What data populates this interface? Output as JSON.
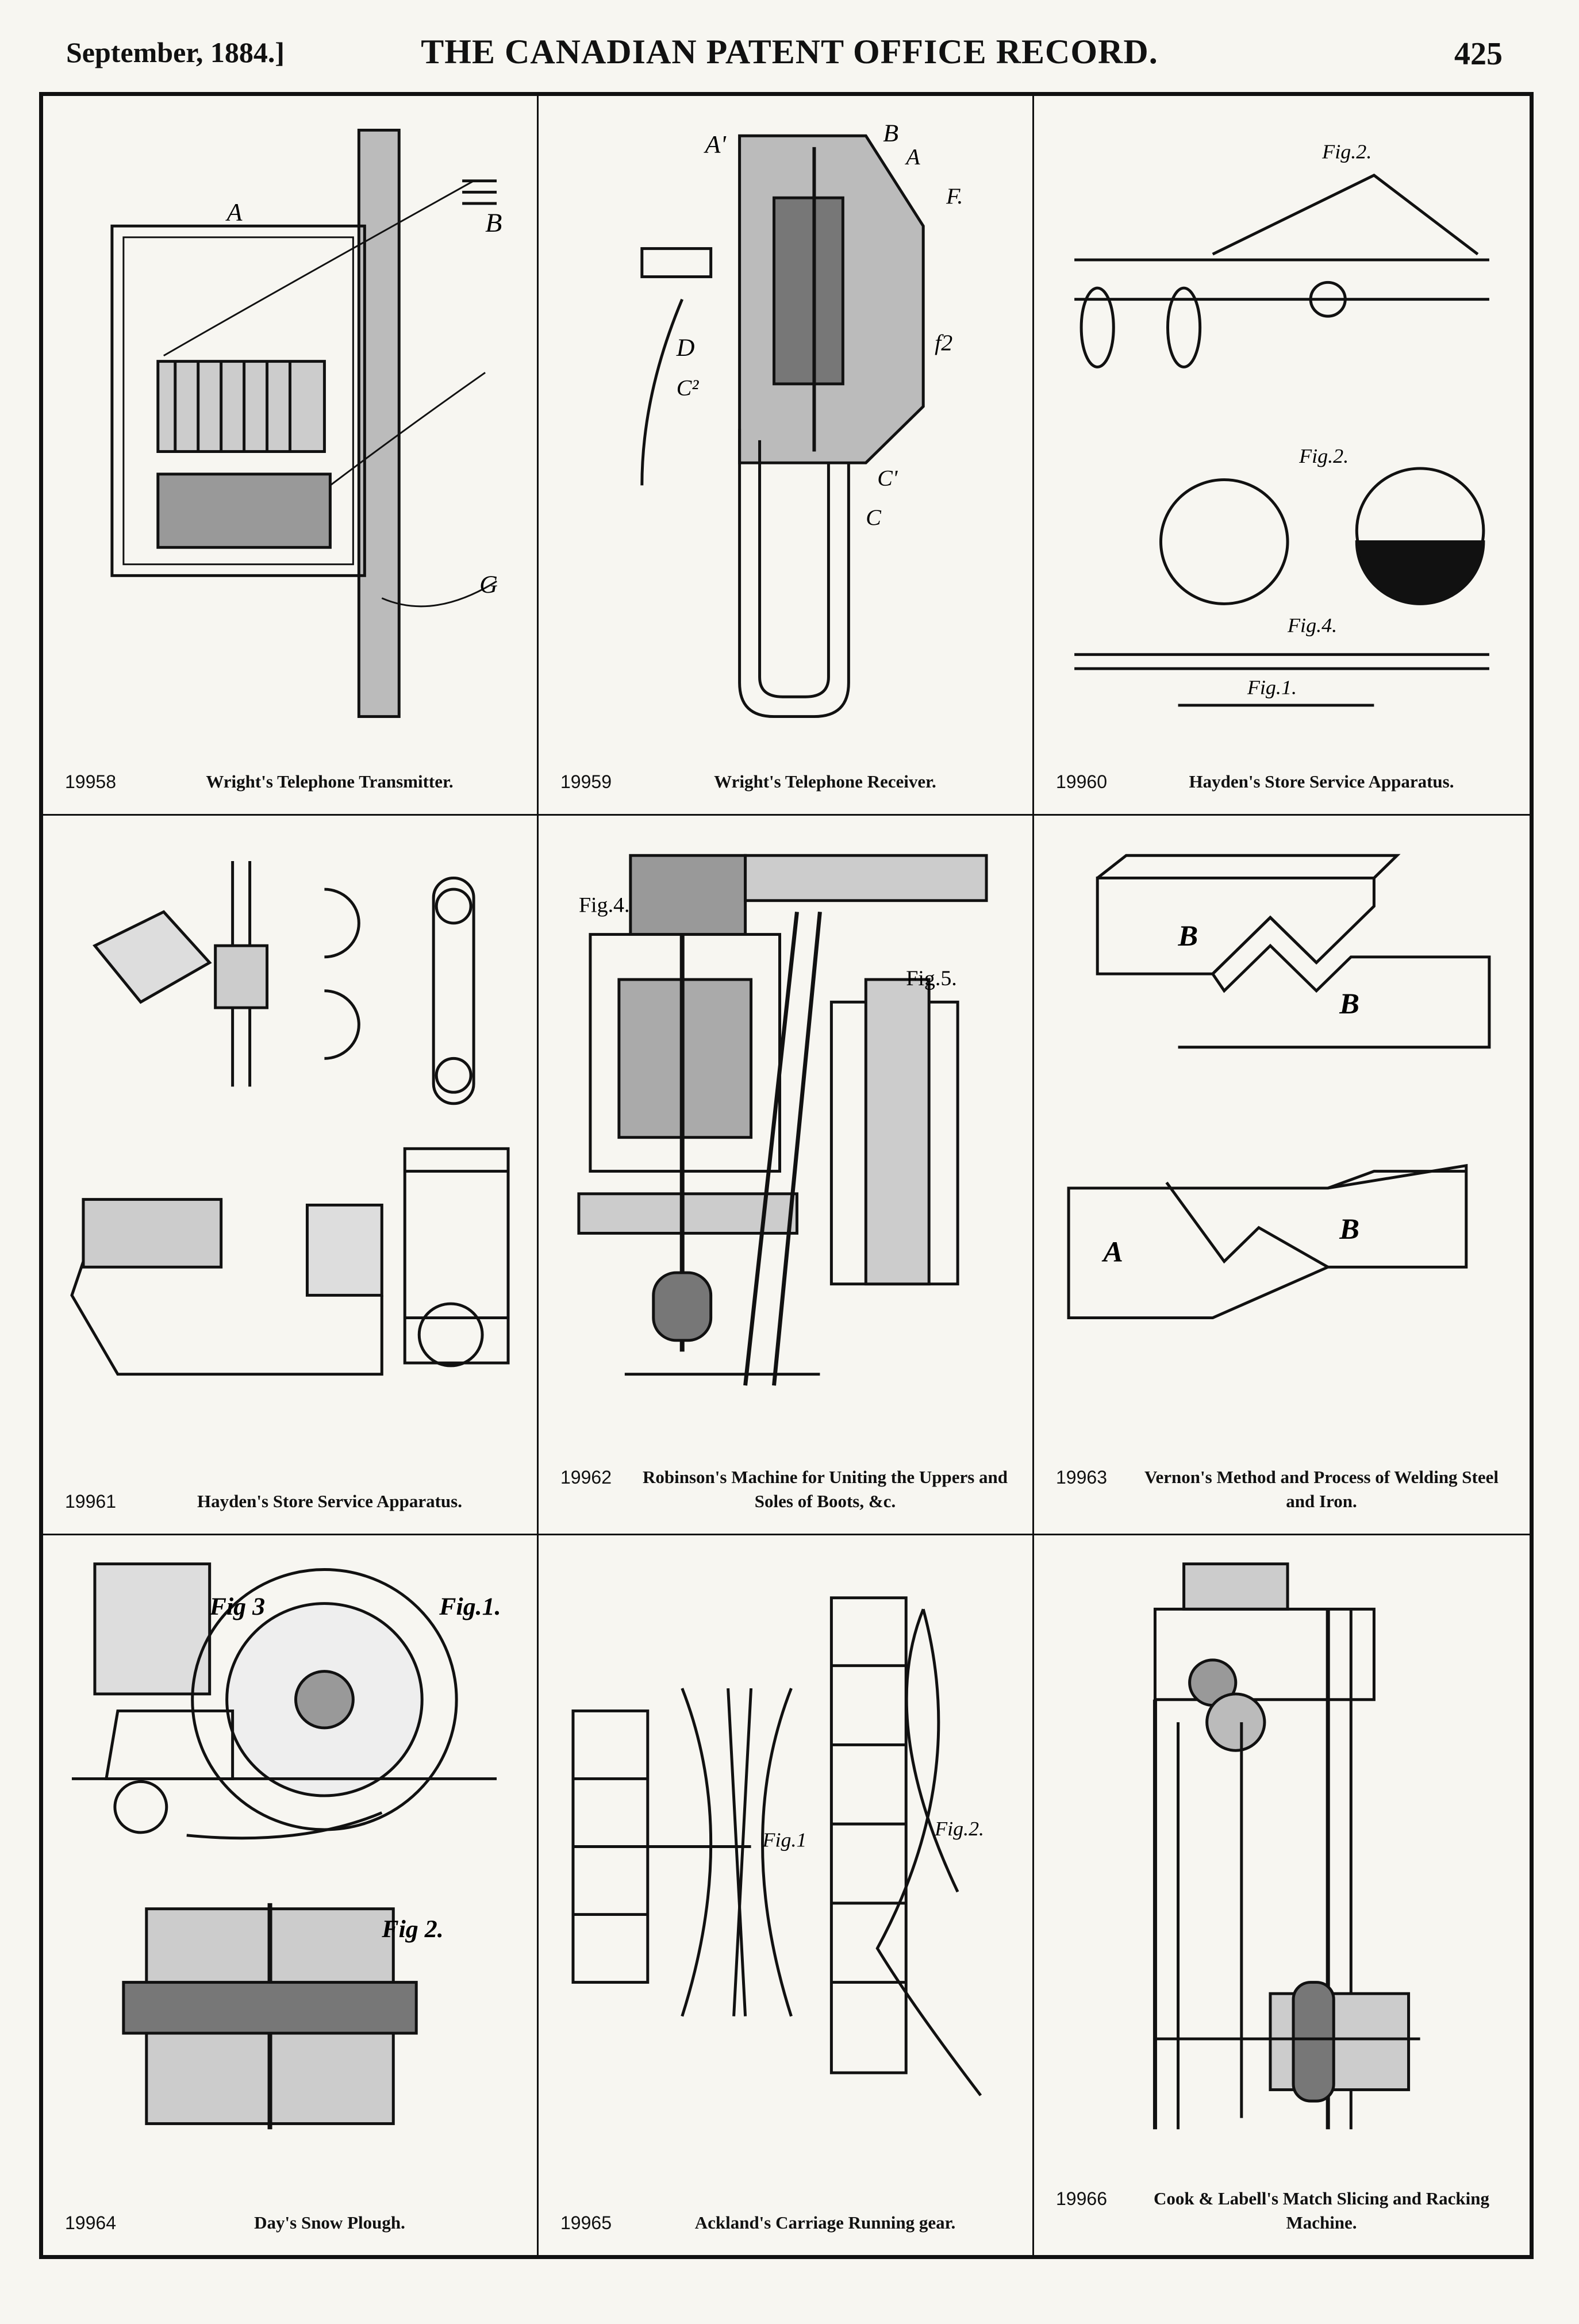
{
  "header": {
    "date": "September, 1884.]",
    "title": "THE CANADIAN PATENT OFFICE RECORD.",
    "page_number": "425"
  },
  "figures": [
    {
      "number": "19958",
      "caption": "Wright's Telephone Transmitter.",
      "labels": [
        "A",
        "B",
        "G"
      ]
    },
    {
      "number": "19959",
      "caption": "Wright's Telephone Receiver.",
      "labels": [
        "A'",
        "B",
        "A",
        "F.",
        "D",
        "C²",
        "f2",
        "C'",
        "C"
      ]
    },
    {
      "number": "19960",
      "caption": "Hayden's Store Service Apparatus.",
      "labels": [
        "Fig.2.",
        "Fig.2.",
        "Fig.4.",
        "Fig.1."
      ]
    },
    {
      "number": "19961",
      "caption": "Hayden's Store Service Apparatus."
    },
    {
      "number": "19962",
      "caption": "Robinson's Machine for Uniting the Uppers and Soles of Boots, &c.",
      "labels": [
        "Fig.4.",
        "Fig.5."
      ]
    },
    {
      "number": "19963",
      "caption": "Vernon's Method and Process of Welding Steel and Iron.",
      "labels": [
        "B",
        "B",
        "A",
        "B"
      ]
    },
    {
      "number": "19964",
      "caption": "Day's Snow Plough.",
      "labels": [
        "Fig 3",
        "Fig.1.",
        "Fig 2."
      ]
    },
    {
      "number": "19965",
      "caption": "Ackland's Carriage Running gear.",
      "labels": [
        "Fig.1",
        "Fig.2."
      ]
    },
    {
      "number": "19966",
      "caption": "Cook & Labell's Match Slicing and Racking Machine."
    }
  ]
}
